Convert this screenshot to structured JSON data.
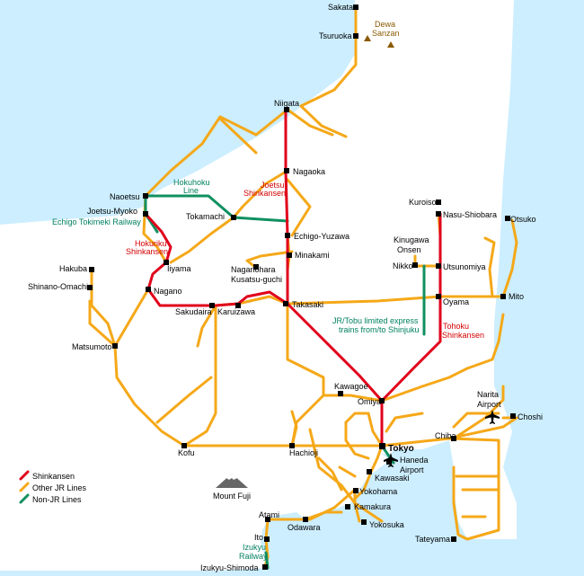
{
  "colors": {
    "sea": "#cceeff",
    "shinkansen": "#e0001b",
    "jr": "#f5a818",
    "non_jr": "#109060"
  },
  "stations": {
    "sakata": "Sakata",
    "tsuruoka": "Tsuruoka",
    "niigata": "Niigata",
    "nagaoka": "Nagaoka",
    "naoetsu": "Naoetsu",
    "joetsu_myoko": "Joetsu-Myoko",
    "tokamachi": "Tokamachi",
    "echigo_yuzawa": "Echigo-Yuzawa",
    "minakami": "Minakami",
    "iiyama": "Iiyama",
    "hakuba": "Hakuba",
    "shinano_omachi": "Shinano-Omachi",
    "nagano": "Nagano",
    "naganohara_1": "Naganohara",
    "naganohara_2": "Kusatsu-guchi",
    "sakudaira": "Sakudaira",
    "karuizawa": "Karuizawa",
    "takasaki": "Takasaki",
    "matsumoto": "Matsumoto",
    "kuroiso": "Kuroiso",
    "nasu_shiobara": "Nasu-Shiobara",
    "otsuko": "Otsuko",
    "kinugawa_1": "Kinugawa",
    "kinugawa_2": "Onsen",
    "nikko": "Nikko",
    "utsunomiya": "Utsunomiya",
    "oyama": "Oyama",
    "mito": "Mito",
    "kawagoe": "Kawagoe",
    "omiya": "Omiya",
    "narita_1": "Narita",
    "narita_2": "Airport",
    "choshi": "Choshi",
    "chiba": "Chiba",
    "tokyo": "Tokyo",
    "kofu": "Kofu",
    "hachioji": "Hachioji",
    "haneda_1": "Haneda",
    "haneda_2": "Airport",
    "kawasaki": "Kawasaki",
    "yokohama": "Yokohama",
    "kamakura": "Kamakura",
    "yokosuka": "Yokosuka",
    "atami": "Atami",
    "odawara": "Odawara",
    "ito": "Ito",
    "izukyu_shimoda": "Izukyu-Shimoda",
    "tateyama": "Tateyama"
  },
  "line_labels": {
    "hokuhoku_1": "Hokuhoku",
    "hokuhoku_2": "Line",
    "joetsu_1": "Joetsu",
    "joetsu_2": "Shinkansen",
    "echigo_tokimeki": "Echigo Tokimeki Railway",
    "hokuriku_1": "Hokuriku",
    "hokuriku_2": "Shinkansen",
    "tohoku_1": "Tohoku",
    "tohoku_2": "Shinkansen",
    "jr_tobu_1": "JR/Tobu limited express",
    "jr_tobu_2": "trains from/to Shinjuku",
    "izukyu_1": "Izukyu",
    "izukyu_2": "Railway"
  },
  "landmarks": {
    "dewa_1": "Dewa",
    "dewa_2": "Sanzan",
    "fuji": "Mount Fuji"
  },
  "legend": {
    "shinkansen": "Shinkansen",
    "jr": "Other JR Lines",
    "non_jr": "Non-JR Lines"
  }
}
